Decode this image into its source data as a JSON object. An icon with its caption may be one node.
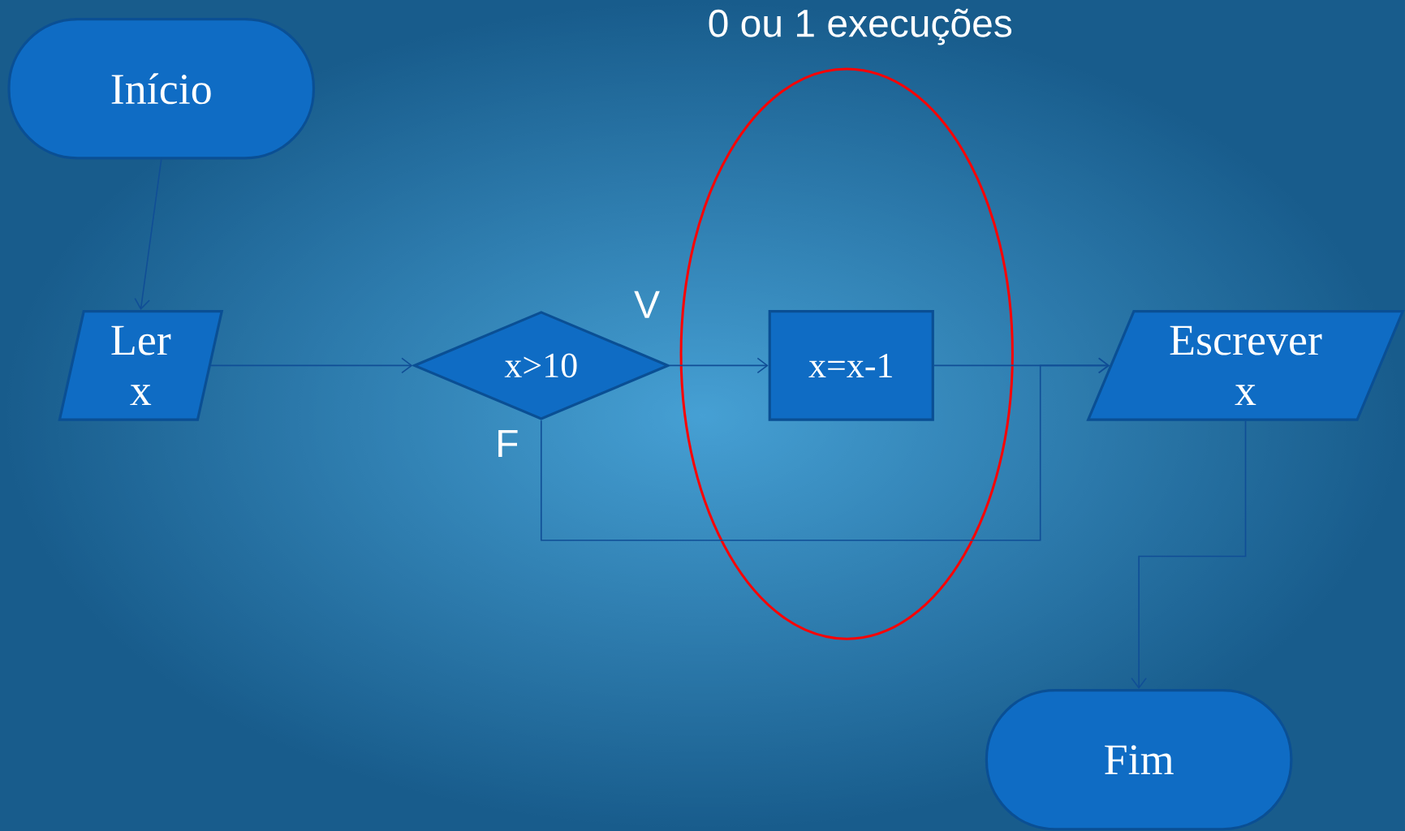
{
  "diagram": {
    "nodes": [
      {
        "text": [
          "Início"
        ]
      },
      {
        "text": [
          "Ler x"
        ]
      },
      {
        "text": [
          "x>10"
        ]
      },
      {
        "text": [],
        "shape": "ellipse",
        "beside": [
          "0 ou 1 execuções"
        ]
      },
      {
        "text": [
          "x=x-1"
        ],
        "in": 3
      },
      {
        "text": [
          "Escrever x"
        ]
      },
      {
        "text": [
          "Fim"
        ]
      }
    ],
    "edges": [
      {
        "from": 0,
        "to": 1,
        "arrow": "to"
      },
      {
        "from": 1,
        "to": 2,
        "arrow": "to"
      },
      {
        "from": 2,
        "to": 4,
        "arrow": "to",
        "label": "V"
      },
      {
        "from": 2,
        "to": 5,
        "arrow": "to",
        "label": "F"
      },
      {
        "from": 4,
        "to": 5,
        "arrow": "to"
      },
      {
        "from": 5,
        "to": 6,
        "arrow": "to"
      }
    ]
  }
}
